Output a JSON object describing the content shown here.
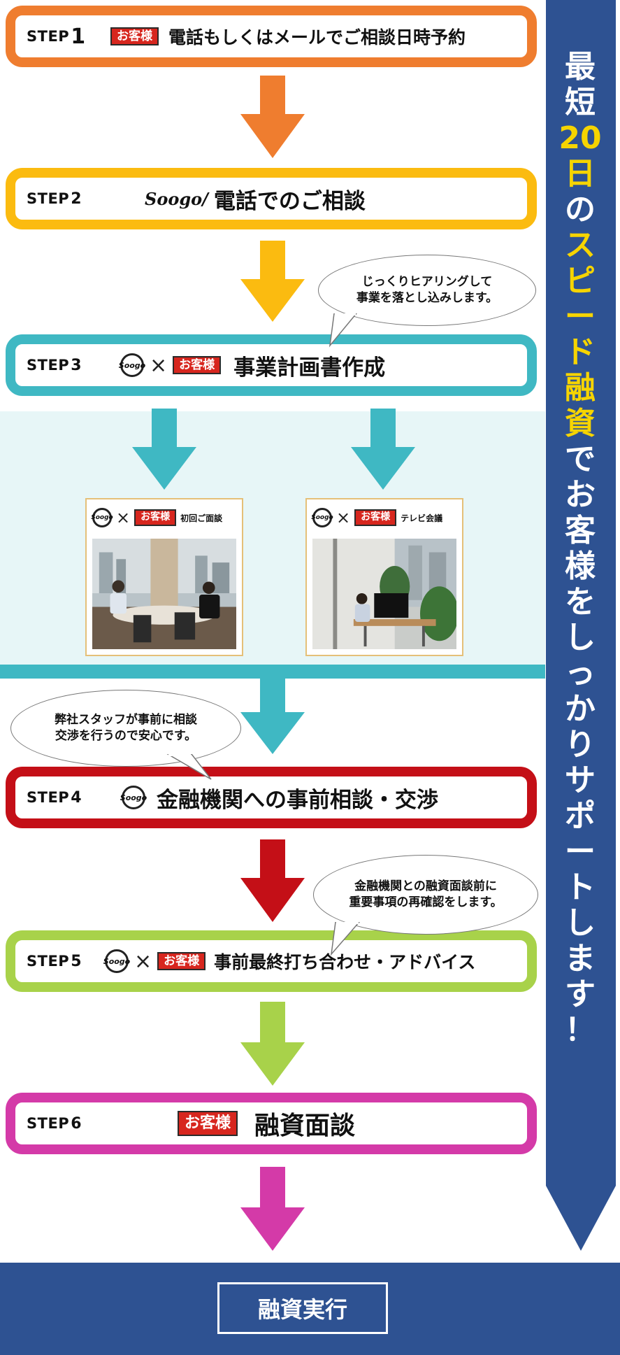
{
  "steps": [
    {
      "label": "STEP",
      "num": "1",
      "tag": "お客様",
      "text": "電話もしくはメールでご相談日時予約",
      "color": "#ef7d2f"
    },
    {
      "label": "STEP",
      "num": "2",
      "logo": "Soogo/",
      "text": "電話でのご相談",
      "color": "#fbbb10"
    },
    {
      "label": "STEP",
      "num": "3",
      "logo": "Soogo",
      "times": "×",
      "tag": "お客様",
      "text": "事業計画書作成",
      "color": "#3fb8c3"
    },
    {
      "label": "STEP",
      "num": "4",
      "logo": "Soogo",
      "text": "金融機関への事前相談・交渉",
      "color": "#c40f17"
    },
    {
      "label": "STEP",
      "num": "5",
      "logo": "Soogo",
      "times": "×",
      "tag": "お客様",
      "text": "事前最終打ち合わせ・アドバイス",
      "color": "#a8d24a"
    },
    {
      "label": "STEP",
      "num": "6",
      "tag": "お客様",
      "text": "融資面談",
      "color": "#d43aa8"
    }
  ],
  "bubbles": [
    {
      "line1": "じっくりヒアリングして",
      "line2": "事業を落とし込みします。"
    },
    {
      "line1": "弊社スタッフが事前に相談",
      "line2": "交渉を行うので安心です。"
    },
    {
      "line1": "金融機関との融資面談前に",
      "line2": "重要事項の再確認をします。"
    }
  ],
  "cards": [
    {
      "logo": "Soogo",
      "times": "×",
      "tag": "お客様",
      "caption": "初回ご面談"
    },
    {
      "logo": "Soogo",
      "times": "×",
      "tag": "お客様",
      "caption": "テレビ会議"
    }
  ],
  "side_banner": {
    "chars": [
      "最",
      "短",
      "20",
      "日",
      "の",
      "ス",
      "ピ",
      "ー",
      "ド",
      "融",
      "資",
      "で",
      "お",
      "客",
      "様",
      "を",
      "し",
      "っ",
      "か",
      "り",
      "サ",
      "ポ",
      "ー",
      "ト",
      "し",
      "ま",
      "す",
      "！"
    ],
    "highlight": [
      2,
      3,
      5,
      6,
      7,
      8,
      9,
      10
    ],
    "color": "#2e5292",
    "highlight_color": "#f6d400"
  },
  "final": {
    "label": "融資実行",
    "color": "#2e5292"
  }
}
